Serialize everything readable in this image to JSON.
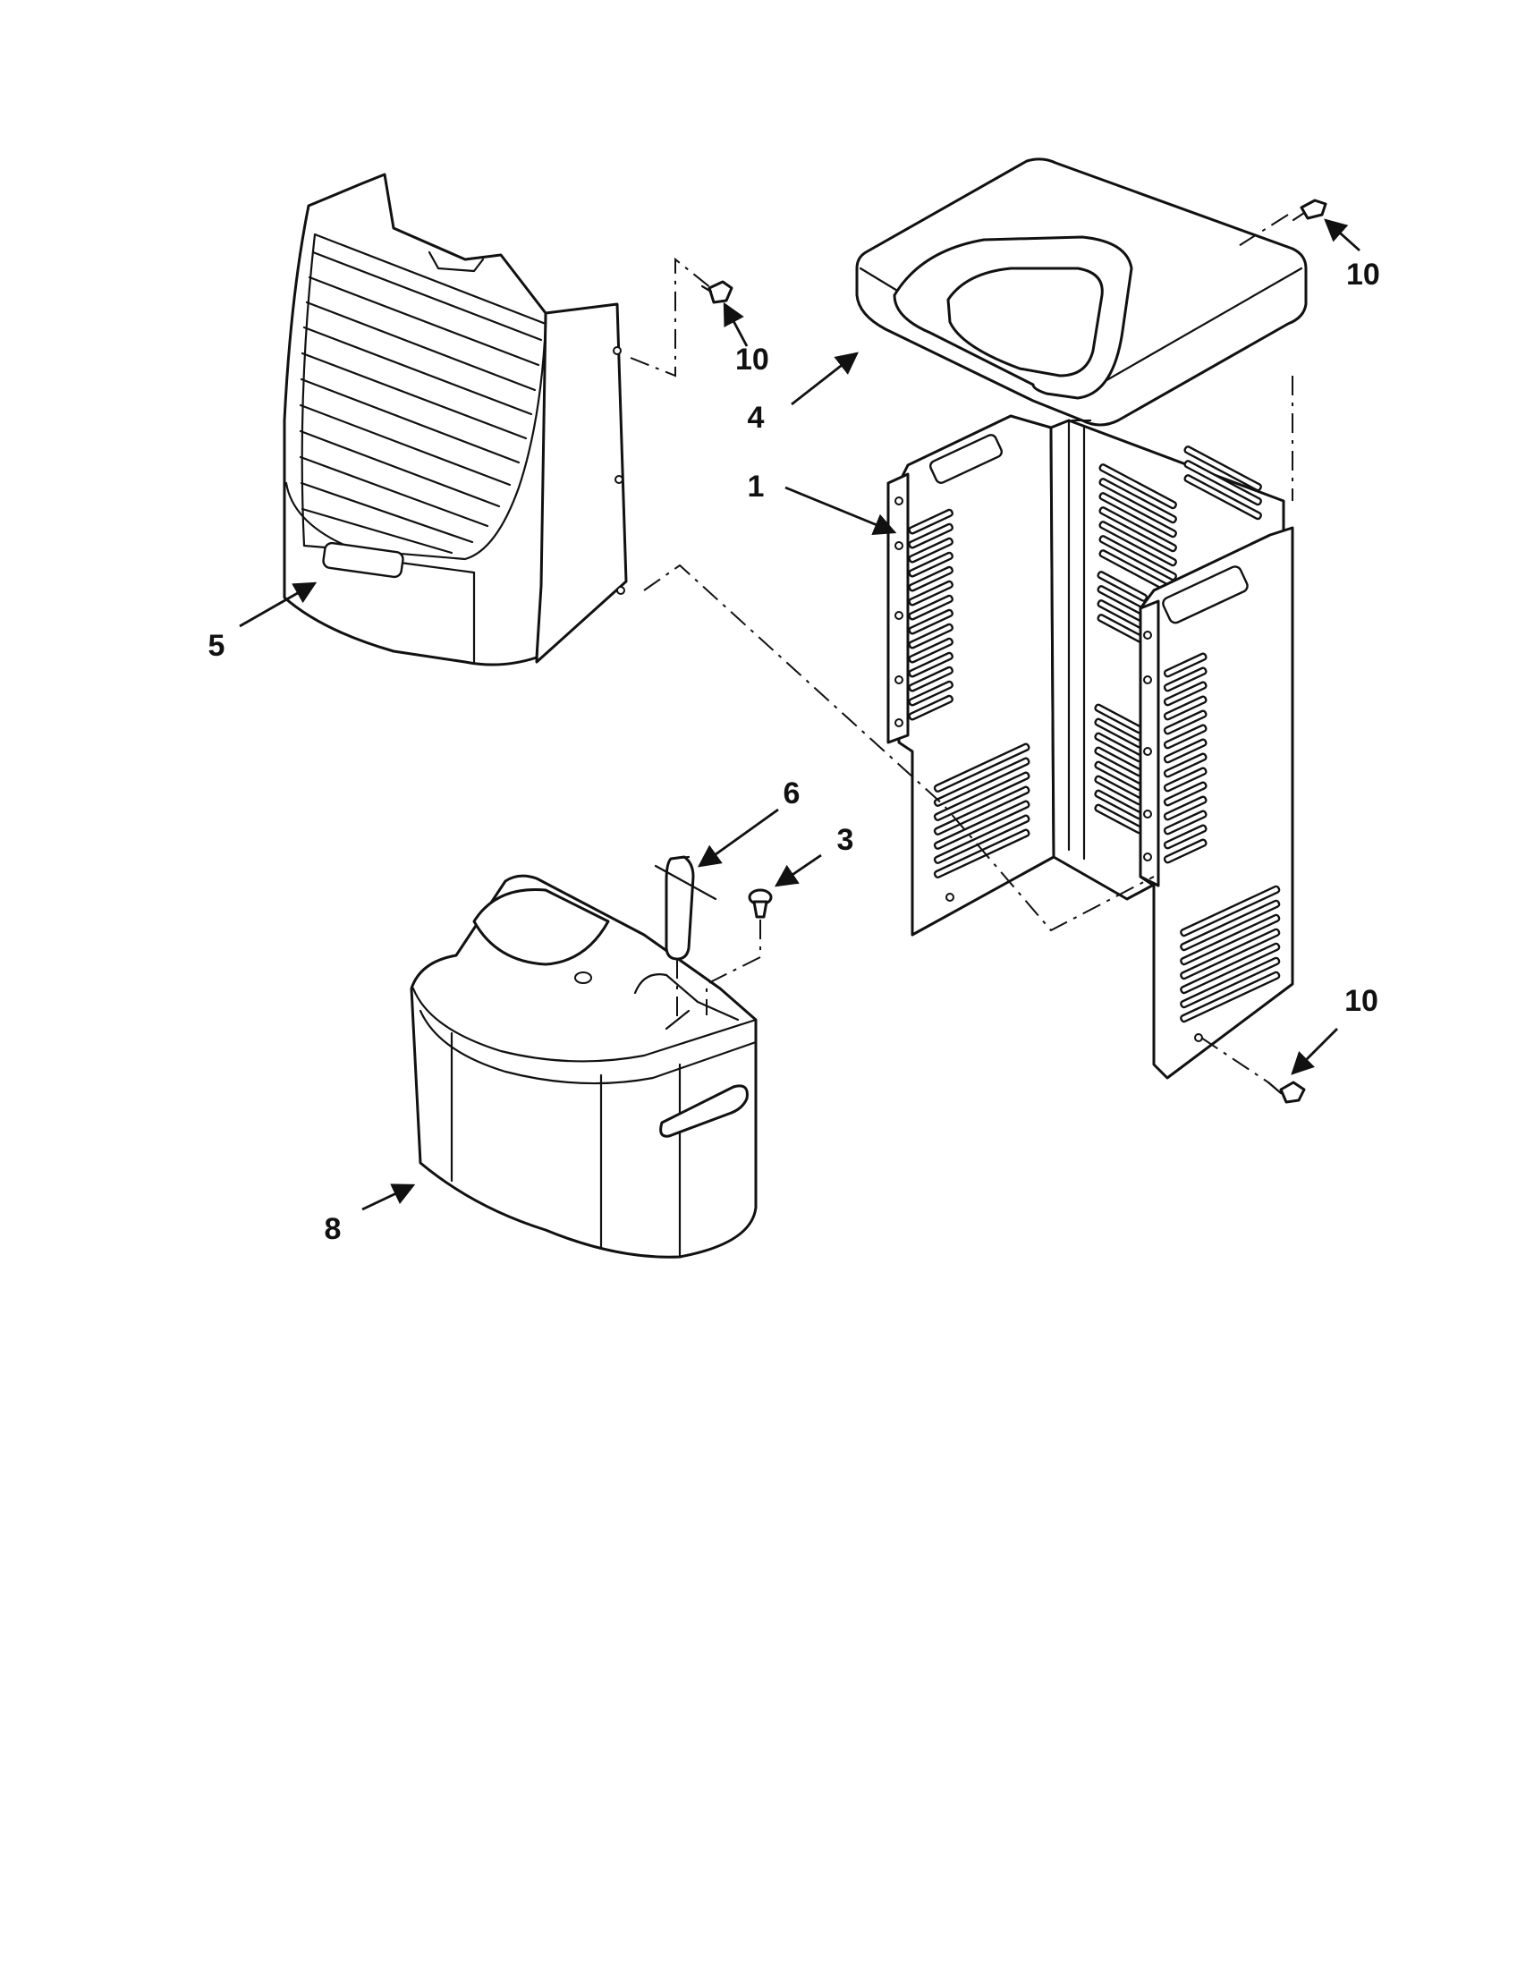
{
  "callouts": {
    "c1": "1",
    "c3": "3",
    "c4": "4",
    "c5": "5",
    "c6": "6",
    "c8": "8",
    "c10_top_left": "10",
    "c10_top_right": "10",
    "c10_bottom_right": "10"
  }
}
